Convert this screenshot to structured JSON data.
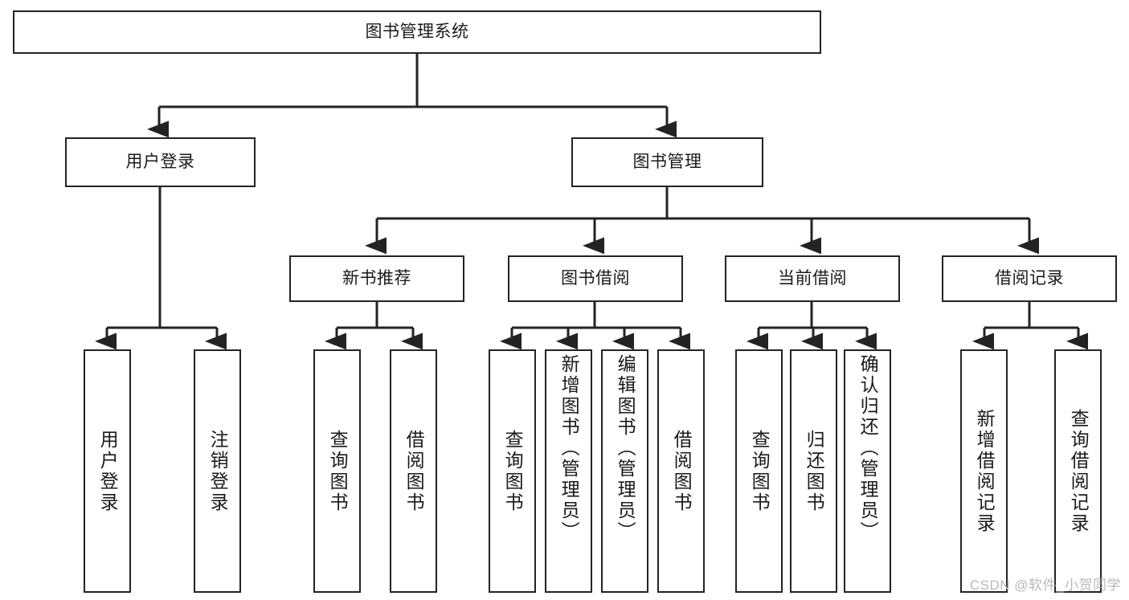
{
  "diagram": {
    "title": "图书管理系统",
    "type": "tree-hierarchy",
    "colors": {
      "box_border": "#232323",
      "box_fill": "#ffffff",
      "connector": "#232323",
      "text": "#1a1a1a",
      "watermark": "#b8b8b8"
    },
    "root": {
      "label": "图书管理系统"
    },
    "level2": [
      {
        "label": "用户登录"
      },
      {
        "label": "图书管理"
      }
    ],
    "level3": [
      {
        "label": "新书推荐"
      },
      {
        "label": "图书借阅"
      },
      {
        "label": "当前借阅"
      },
      {
        "label": "借阅记录"
      }
    ],
    "leaves": {
      "user_login": [
        {
          "label": "用户登录"
        },
        {
          "label": "注销登录"
        }
      ],
      "new_book_recommend": [
        {
          "label": "查询图书"
        },
        {
          "label": "借阅图书"
        }
      ],
      "book_borrow": [
        {
          "label": "查询图书"
        },
        {
          "label": "新增图书（管理员）"
        },
        {
          "label": "编辑图书（管理员）"
        },
        {
          "label": "借阅图书"
        }
      ],
      "current_borrow": [
        {
          "label": "查询图书"
        },
        {
          "label": "归还图书"
        },
        {
          "label": "确认归还（管理员）"
        }
      ],
      "borrow_record": [
        {
          "label": "新增借阅记录"
        },
        {
          "label": "查询借阅记录"
        }
      ]
    }
  },
  "watermark": {
    "text": "CSDN @软件_小贺同学"
  }
}
